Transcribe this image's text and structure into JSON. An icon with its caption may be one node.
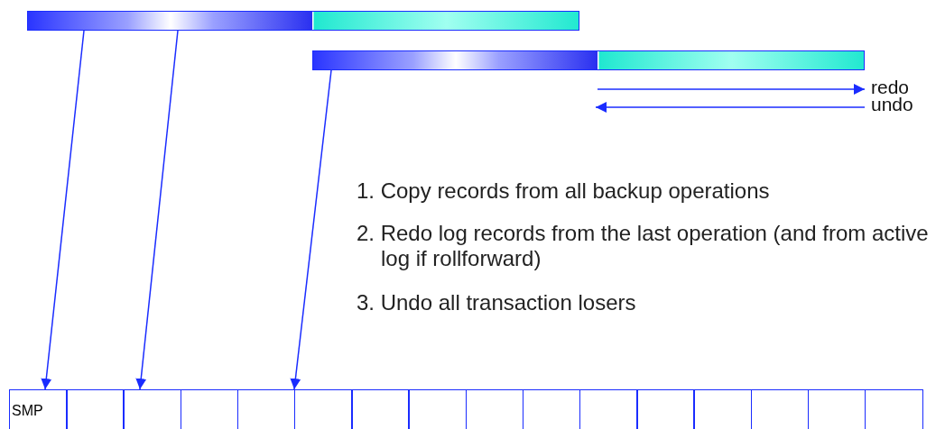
{
  "diagram": {
    "nodes": [
      {
        "text": [],
        "shape": "bar"
      },
      {
        "text": [],
        "shape": "bar"
      },
      {
        "text": [
          "SMP"
        ]
      },
      {
        "text": [],
        "shape": "box"
      },
      {
        "text": [],
        "shape": "box"
      },
      {
        "text": [],
        "shape": "box"
      },
      {
        "text": [],
        "shape": "box"
      },
      {
        "text": [],
        "shape": "box"
      },
      {
        "text": [],
        "shape": "box"
      },
      {
        "text": [],
        "shape": "box"
      },
      {
        "text": [],
        "shape": "box"
      },
      {
        "text": [],
        "shape": "box"
      },
      {
        "text": [],
        "shape": "box"
      },
      {
        "text": [],
        "shape": "box"
      },
      {
        "text": [],
        "shape": "box"
      },
      {
        "text": [],
        "shape": "box"
      },
      {
        "text": [],
        "shape": "box"
      },
      {
        "text": [],
        "shape": "box"
      }
    ],
    "edges": [
      {
        "from": 0,
        "to": 2,
        "arrow": "to"
      },
      {
        "from": 0,
        "to": 4,
        "arrow": "to"
      },
      {
        "from": 1,
        "to": 7,
        "arrow": "to"
      }
    ],
    "labels": [
      "redo",
      "undo",
      "1. Copy records from all backup operations",
      "2. Redo log records from the last operation (and from active log if rollforward)",
      "3. Undo all transaction losers"
    ]
  }
}
